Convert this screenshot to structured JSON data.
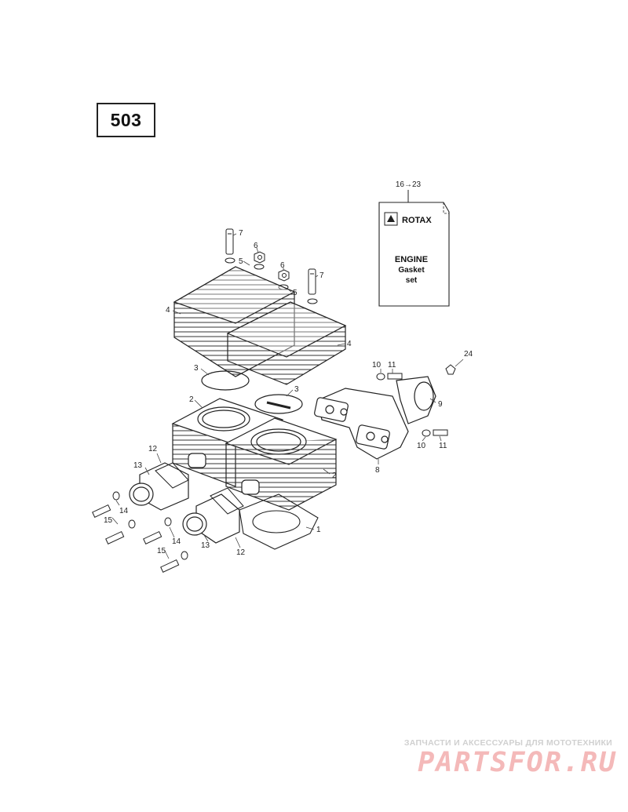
{
  "page": {
    "model_label": "503"
  },
  "kit": {
    "range_label": "16→23",
    "brand": "ROTAX",
    "line1": "ENGINE",
    "line2": "Gasket",
    "line3": "set"
  },
  "callouts": [
    {
      "id": "7a",
      "text": "7"
    },
    {
      "id": "6a",
      "text": "6"
    },
    {
      "id": "5a",
      "text": "5"
    },
    {
      "id": "6b",
      "text": "6"
    },
    {
      "id": "7b",
      "text": "7"
    },
    {
      "id": "5b",
      "text": "5"
    },
    {
      "id": "4a",
      "text": "4"
    },
    {
      "id": "4b",
      "text": "4"
    },
    {
      "id": "3a",
      "text": "3"
    },
    {
      "id": "3b",
      "text": "3"
    },
    {
      "id": "2a",
      "text": "2"
    },
    {
      "id": "2b",
      "text": "2"
    },
    {
      "id": "1",
      "text": "1"
    },
    {
      "id": "24",
      "text": "24"
    },
    {
      "id": "10a",
      "text": "10"
    },
    {
      "id": "11a",
      "text": "11"
    },
    {
      "id": "9",
      "text": "9"
    },
    {
      "id": "10b",
      "text": "10"
    },
    {
      "id": "11b",
      "text": "11"
    },
    {
      "id": "8",
      "text": "8"
    },
    {
      "id": "12a",
      "text": "12"
    },
    {
      "id": "13a",
      "text": "13"
    },
    {
      "id": "14a",
      "text": "14"
    },
    {
      "id": "15a",
      "text": "15"
    },
    {
      "id": "14b",
      "text": "14"
    },
    {
      "id": "15b",
      "text": "15"
    },
    {
      "id": "13b",
      "text": "13"
    },
    {
      "id": "12b",
      "text": "12"
    }
  ],
  "watermark": {
    "tagline": "ЗАПЧАСТИ И АКСЕССУАРЫ ДЛЯ МОТОТЕХНИКИ",
    "logo": "PARTSFOR.RU",
    "color": "#e05a5a"
  }
}
